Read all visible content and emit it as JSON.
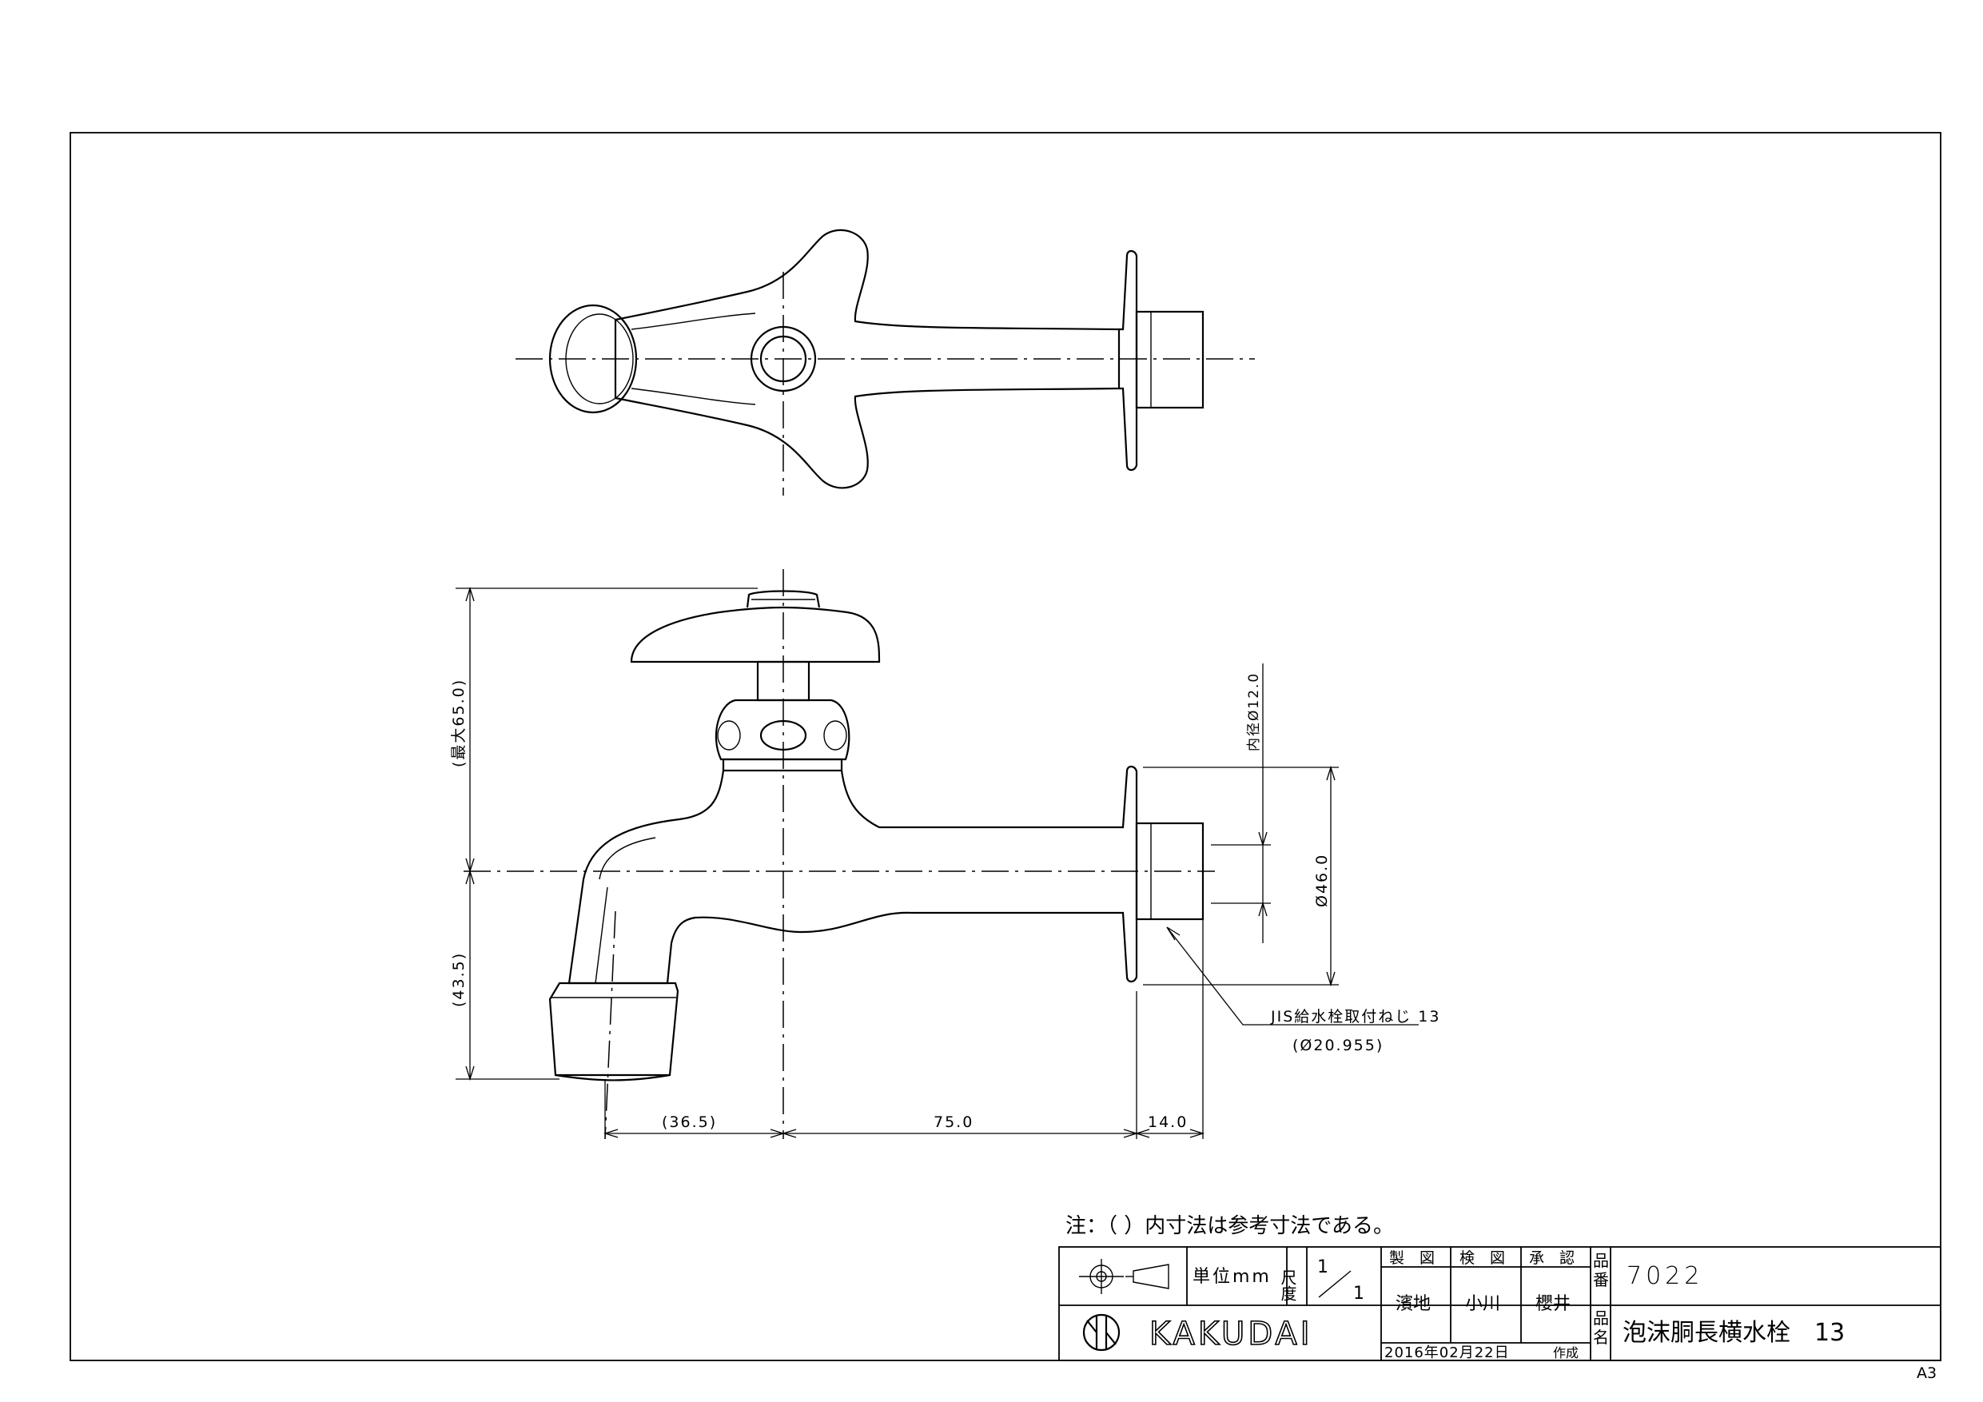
{
  "dimensions": {
    "max_height": "(最大65.0)",
    "lower_height": "(43.5)",
    "spout_reach": "(36.5)",
    "body_length": "75.0",
    "thread_length": "14.0",
    "inner_diameter": "内径Ø12.0",
    "flange_diameter": "Ø46.0",
    "thread_spec": "JIS給水栓取付ねじ 13",
    "thread_diameter": "(Ø20.955)"
  },
  "note": "注：（ ）内寸法は参考寸法である。",
  "title_block": {
    "unit_label": "単位mm",
    "scale_label": "尺度",
    "scale_num": "1",
    "scale_den": "1",
    "drawn_header": "製　図",
    "checked_header": "検　図",
    "approved_header": "承　認",
    "drawn_by": "濱地",
    "checked_by": "小川",
    "approved_by": "櫻井",
    "date": "2016年02月22日",
    "created_label": "作成",
    "part_no_label_1": "品",
    "part_no_label_2": "番",
    "part_no": "7022",
    "name_label_1": "品",
    "name_label_2": "名",
    "part_name": "泡沫胴長横水栓　13",
    "brand": "KAKUDAI"
  },
  "sheet_size": "A3"
}
